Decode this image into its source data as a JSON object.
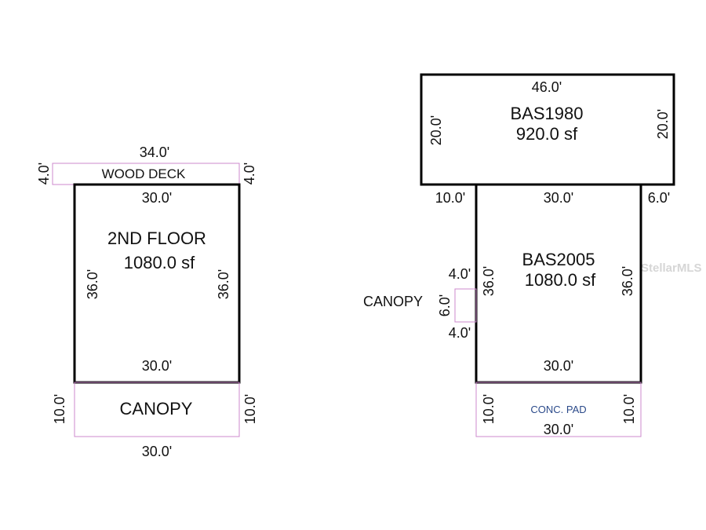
{
  "watermark": "StellarMLS",
  "left": {
    "deck": {
      "label": "WOOD DECK",
      "top": "34.0'",
      "left": "4.0'",
      "right": "4.0'"
    },
    "floor": {
      "name": "2ND FLOOR",
      "area": "1080.0 sf",
      "top": "30.0'",
      "bottom": "30.0'",
      "left": "36.0'",
      "right": "36.0'"
    },
    "canopy": {
      "label": "CANOPY",
      "left": "10.0'",
      "right": "10.0'",
      "bottom": "30.0'"
    }
  },
  "right": {
    "bas1980": {
      "name": "BAS1980",
      "area": "920.0 sf",
      "top": "46.0'",
      "left": "20.0'",
      "right": "20.0'"
    },
    "bas2005": {
      "name": "BAS2005",
      "area": "1080.0 sf",
      "top": "30.0'",
      "bottom": "30.0'",
      "left": "36.0'",
      "right": "36.0'",
      "offset_left": "10.0'",
      "offset_right": "6.0'"
    },
    "canopy": {
      "label": "CANOPY",
      "side": "6.0'",
      "top": "4.0'",
      "bottom": "4.0'"
    },
    "pad": {
      "label": "CONC. PAD",
      "left": "10.0'",
      "right": "10.0'",
      "bottom": "30.0'"
    }
  },
  "colors": {
    "wall": "#000000",
    "minor_outline": "#cc88cc",
    "pad_text": "#2b4a8a"
  }
}
